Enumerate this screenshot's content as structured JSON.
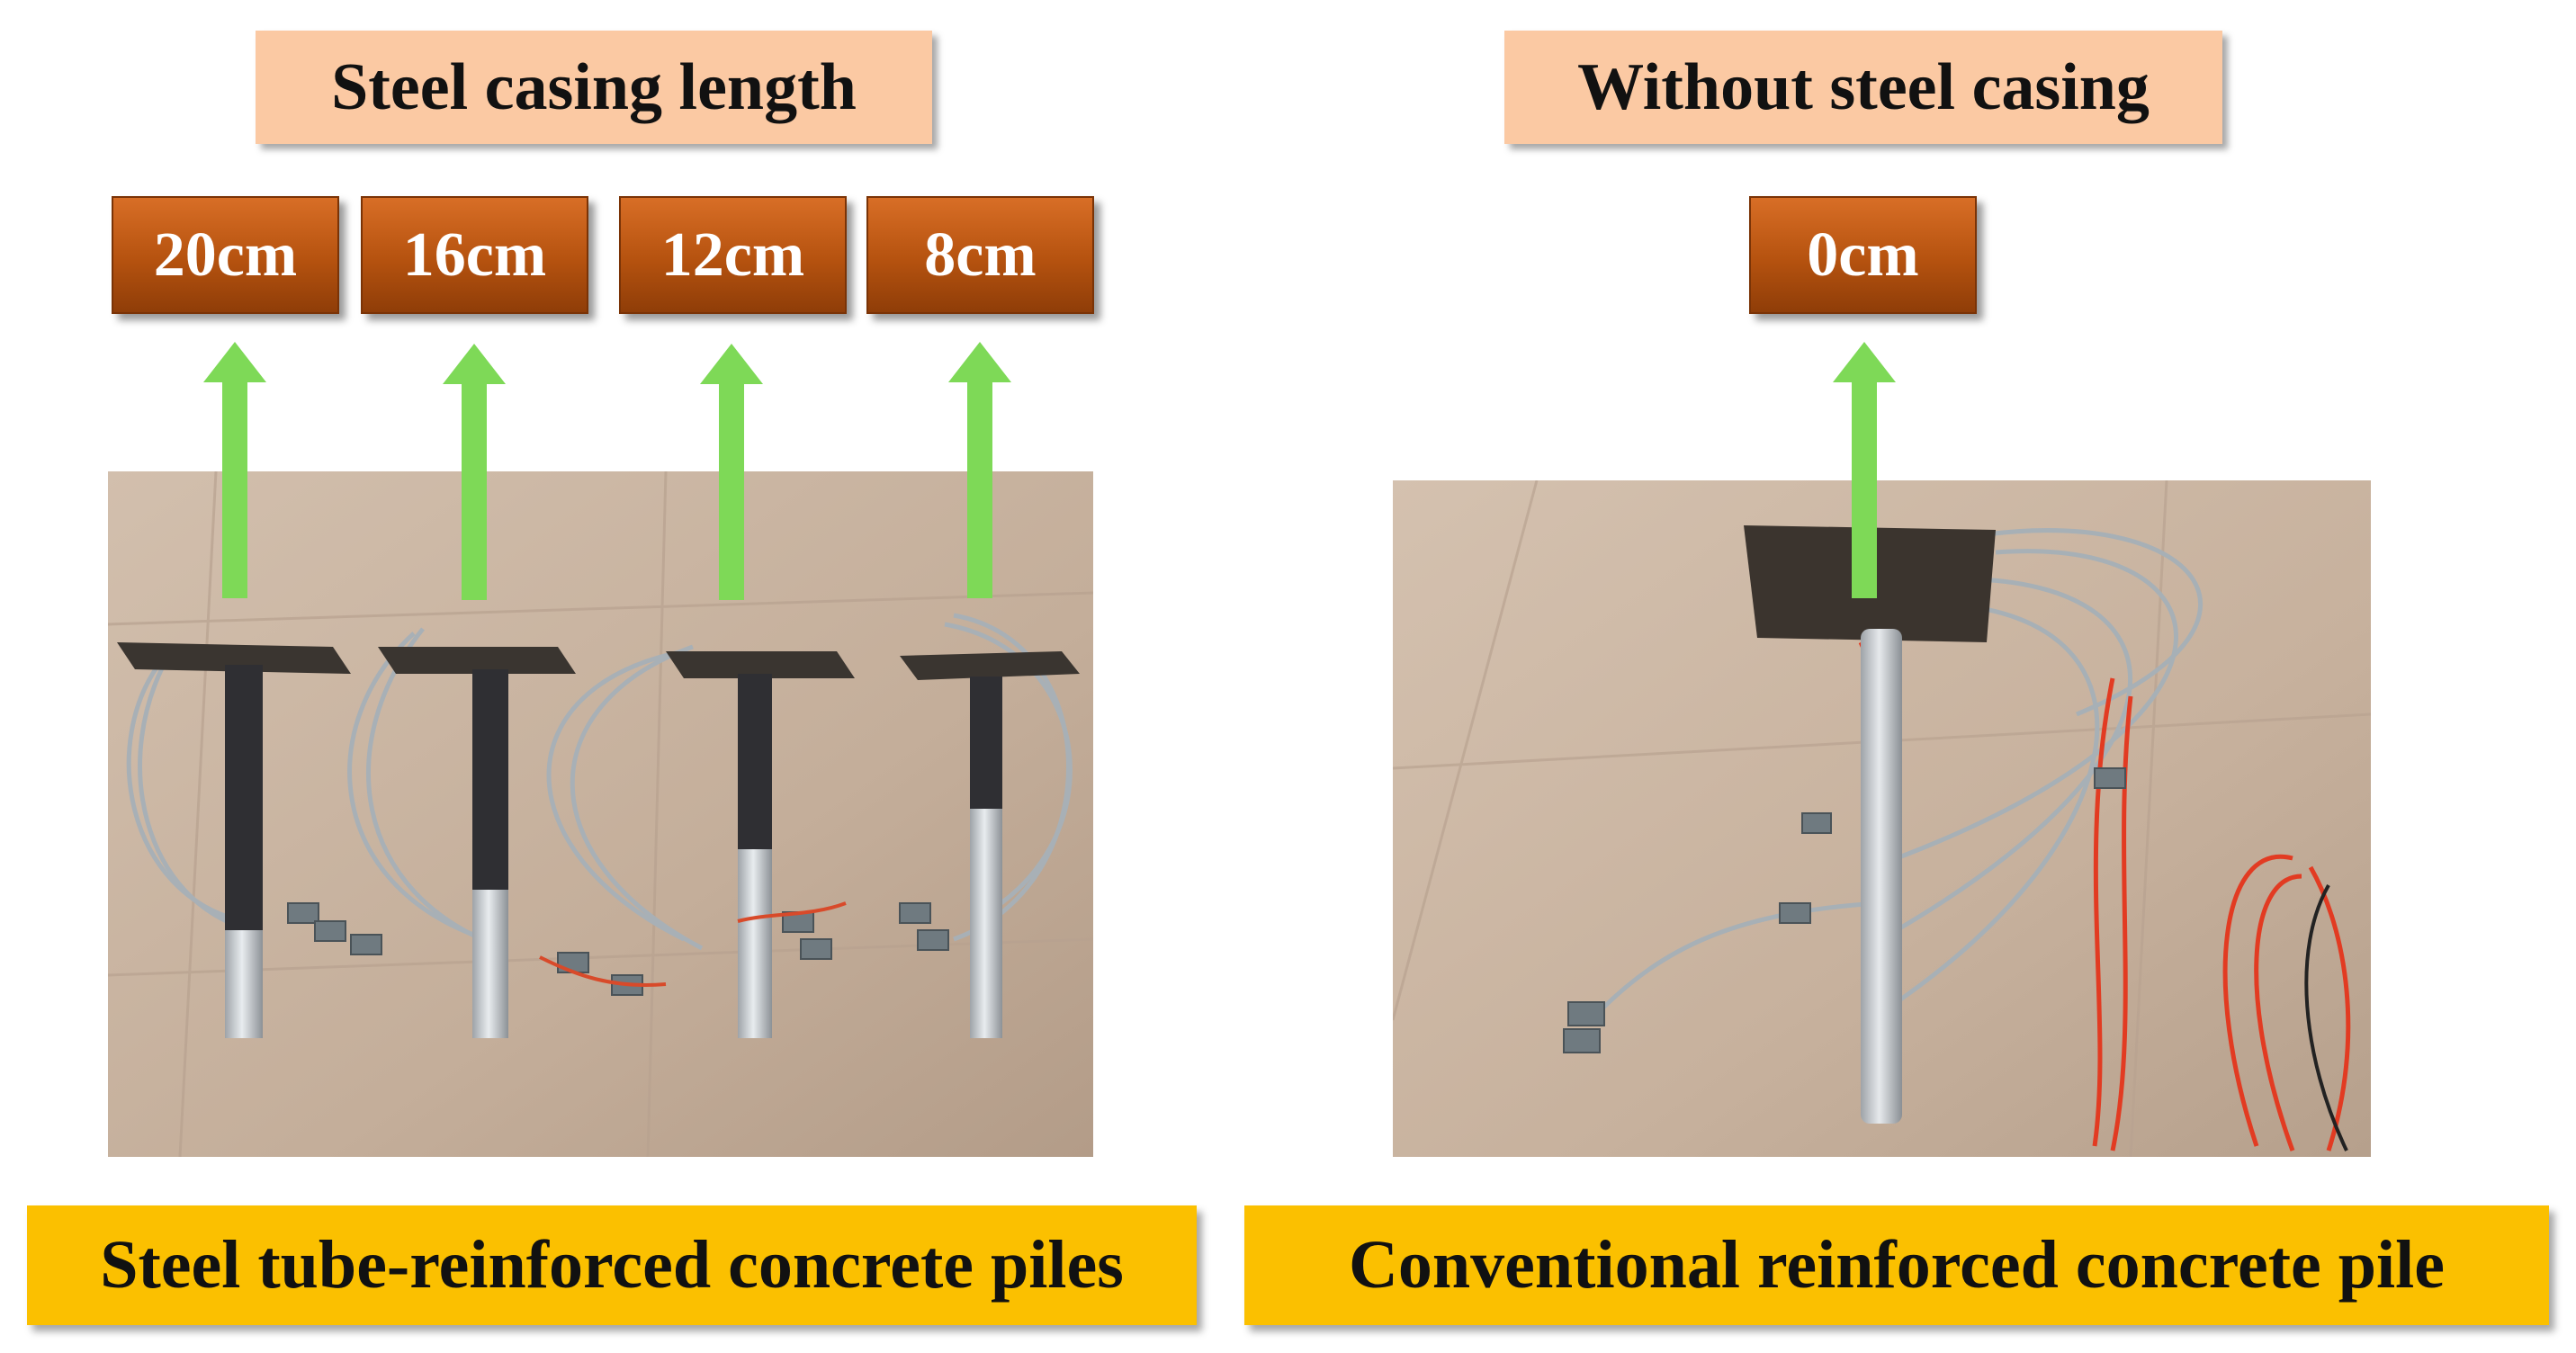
{
  "left_panel": {
    "header": "Steel casing length",
    "tags": [
      "20cm",
      "16cm",
      "12cm",
      "8cm"
    ],
    "footer": "Steel tube-reinforced concrete piles"
  },
  "right_panel": {
    "header": "Without steel casing",
    "tags": [
      "0cm"
    ],
    "footer": "Conventional reinforced concrete pile"
  },
  "colors": {
    "header_bg": "#fbc9a3",
    "tag_bg": "#c0601a",
    "arrow": "#7ed957",
    "footer_bg": "#fbc000",
    "floor": "#c9b3a0"
  },
  "icons": [
    "up-arrow-icon"
  ]
}
